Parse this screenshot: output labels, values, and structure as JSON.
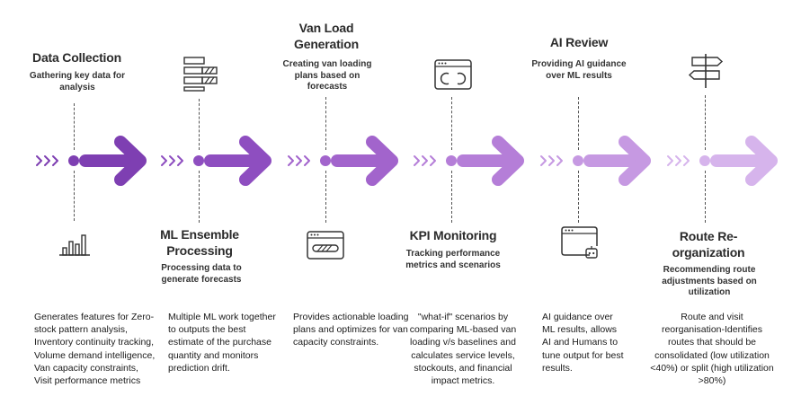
{
  "colors": {
    "flow": [
      "#7e3fb2",
      "#8e4ec0",
      "#a264cc",
      "#b57ed8",
      "#c699e2",
      "#d6b4ec"
    ],
    "line": "#555555",
    "icon": "#333333"
  },
  "stages": [
    {
      "title": "Data Collection",
      "subtitle": "Gathering key data for analysis",
      "icon": "bar-chart-icon",
      "description": "Generates features for Zero-stock pattern analysis, Inventory continuity tracking, Volume demand intelligence, Van capacity constraints, Visit performance metrics"
    },
    {
      "title": "ML Ensemble Processing",
      "subtitle": "Processing data to generate forecasts",
      "icon": "data-processing-icon",
      "description": "Multiple ML work together to outputs the best estimate of the purchase quantity  and monitors prediction drift."
    },
    {
      "title": "Van Load Generation",
      "subtitle": "Creating van loading plans based on forecasts",
      "icon": "progress-window-icon",
      "description": "Provides actionable loading plans and optimizes for van capacity constraints."
    },
    {
      "title": "KPI Monitoring",
      "subtitle": "Tracking performance metrics and scenarios",
      "icon": "dashboard-window-icon",
      "description": "\"what-if\" scenarios by comparing ML-based van loading v/s baselines and calculates service levels, stockouts, and financial impact metrics."
    },
    {
      "title": "AI Review",
      "subtitle": "Providing AI guidance over ML results",
      "icon": "robot-window-icon",
      "description": "AI guidance over ML results, allows AI and Humans to tune output for best results."
    },
    {
      "title": "Route Re-organization",
      "subtitle": "Recommending route adjustments based on utilization",
      "icon": "signpost-icon",
      "description": "Route and visit reorganisation-Identifies routes that should be consolidated (low utilization <40%) or split (high utilization >80%)"
    }
  ]
}
